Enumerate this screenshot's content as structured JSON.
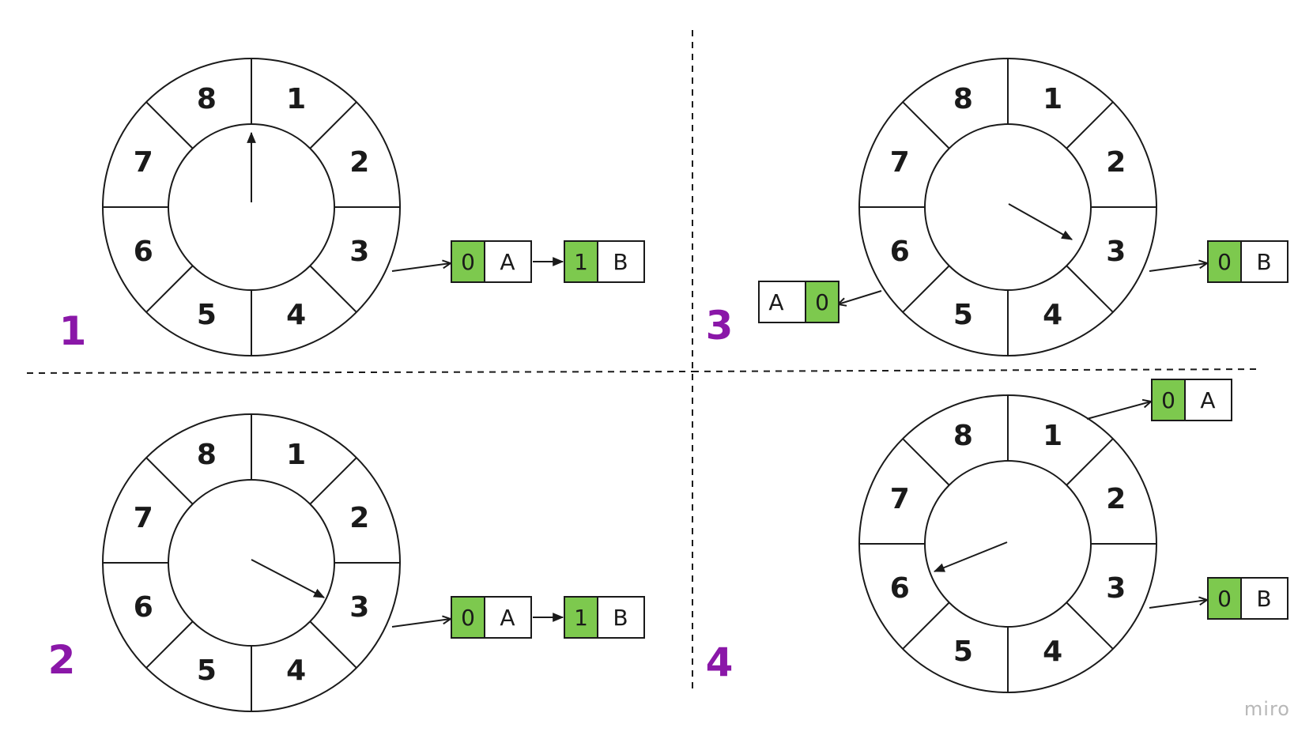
{
  "colors": {
    "stroke": "#1a1a1a",
    "cell_highlight": "#7dc94e",
    "quadrant_label": "#8a17a8",
    "watermark": "#b8b8b8"
  },
  "watermark": "miro",
  "quadrants": [
    {
      "label": "1",
      "segments": [
        "1",
        "2",
        "3",
        "4",
        "5",
        "6",
        "7",
        "8"
      ],
      "chains": [
        {
          "from_slot": "3",
          "nodes": [
            {
              "count": "0",
              "value": "A"
            },
            {
              "count": "1",
              "value": "B"
            }
          ]
        }
      ]
    },
    {
      "label": "2",
      "segments": [
        "1",
        "2",
        "3",
        "4",
        "5",
        "6",
        "7",
        "8"
      ],
      "chains": [
        {
          "from_slot": "3",
          "nodes": [
            {
              "count": "0",
              "value": "A"
            },
            {
              "count": "1",
              "value": "B"
            }
          ]
        }
      ]
    },
    {
      "label": "3",
      "segments": [
        "1",
        "2",
        "3",
        "4",
        "5",
        "6",
        "7",
        "8"
      ],
      "chains": [
        {
          "from_slot": "3",
          "nodes": [
            {
              "count": "0",
              "value": "B"
            }
          ]
        },
        {
          "from_slot": "6",
          "nodes": [
            {
              "count": "0",
              "value": "A"
            }
          ]
        }
      ]
    },
    {
      "label": "4",
      "segments": [
        "1",
        "2",
        "3",
        "4",
        "5",
        "6",
        "7",
        "8"
      ],
      "chains": [
        {
          "from_slot": "1",
          "nodes": [
            {
              "count": "0",
              "value": "A"
            }
          ]
        },
        {
          "from_slot": "3",
          "nodes": [
            {
              "count": "0",
              "value": "B"
            }
          ]
        }
      ]
    }
  ]
}
